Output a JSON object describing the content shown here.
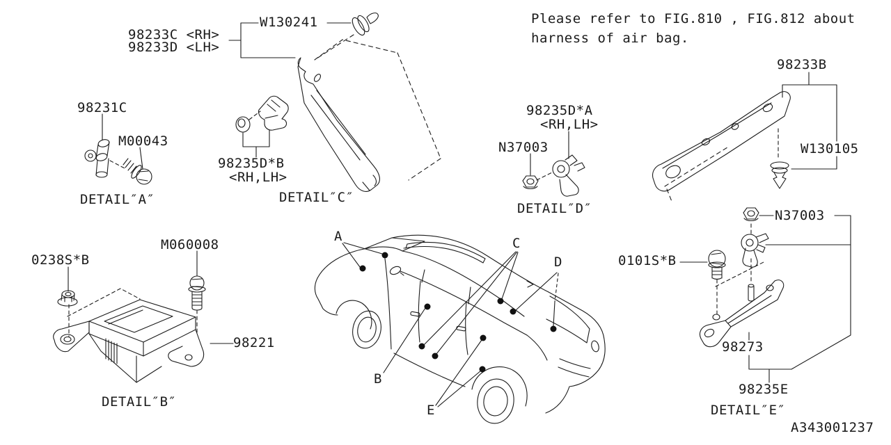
{
  "note": {
    "line1": "Please refer to FIG.810 , FIG.812 about",
    "line2": "harness of air bag."
  },
  "doc_number": "A343001237",
  "parts": {
    "p98233c": "98233C <RH>",
    "p98233d": "98233D <LH>",
    "w130241": "W130241",
    "p98231c": "98231C",
    "m00043": "M00043",
    "p98235d_b": "98235D*B",
    "p98235d_b_side": "<RH,LH>",
    "p98235d_a": "98235D*A",
    "p98235d_a_side": "<RH,LH>",
    "n37003_d": "N37003",
    "p98233b": "98233B",
    "w130105": "W130105",
    "n37003_e": "N37003",
    "p0101s_b": "0101S*B",
    "p98273": "98273",
    "p98235e": "98235E",
    "p0238s_b": "0238S*B",
    "m060008": "M060008",
    "p98221": "98221"
  },
  "details": {
    "a": "DETAIL″A″",
    "b": "DETAIL″B″",
    "c": "DETAIL″C″",
    "d": "DETAIL″D″",
    "e": "DETAIL″E″"
  },
  "callouts": {
    "a": "A",
    "b": "B",
    "c": "C",
    "d": "D",
    "e": "E"
  },
  "colors": {
    "line": "#1b1b1b",
    "background": "#ffffff"
  }
}
